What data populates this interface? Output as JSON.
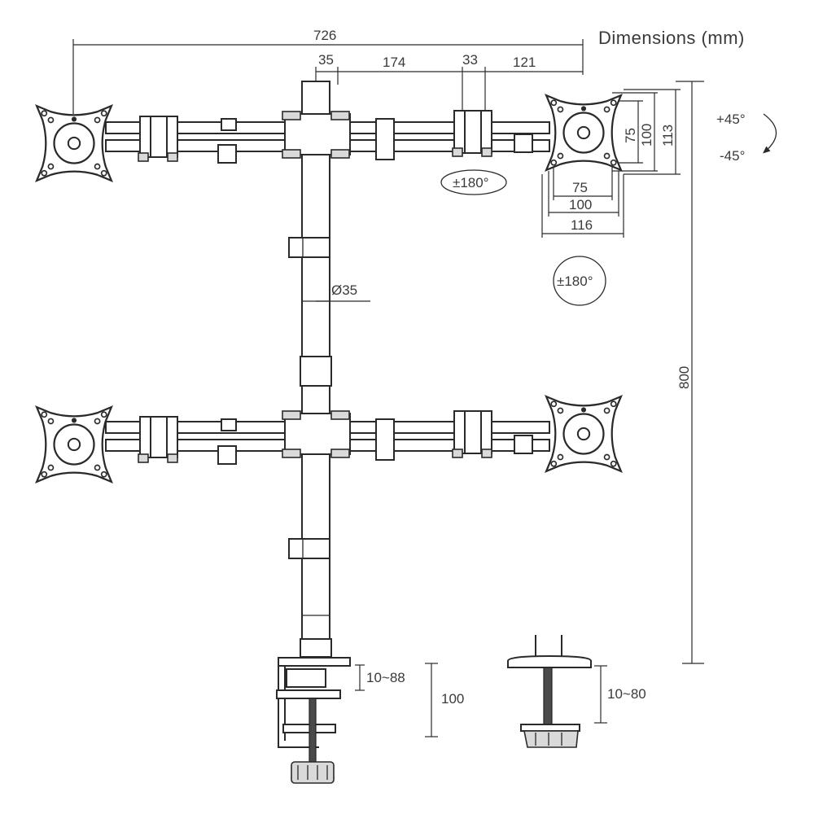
{
  "title": "Dimensions (mm)",
  "dims": {
    "total_width": "726",
    "offset_35": "35",
    "seg_174": "174",
    "seg_33": "33",
    "seg_121": "121",
    "height_800": "800",
    "pole_diameter": "Ø35",
    "vesa_75_v": "75",
    "vesa_100_v": "100",
    "plate_113": "113",
    "vesa_75_h": "75",
    "vesa_100_h": "100",
    "plate_116": "116",
    "clamp_range": "10~88",
    "clamp_height": "100",
    "grommet_range": "10~80"
  },
  "rotations": {
    "tilt_up": "+45°",
    "tilt_down": "-45°",
    "arm_swivel": "±180°",
    "rotate": "±180°"
  }
}
